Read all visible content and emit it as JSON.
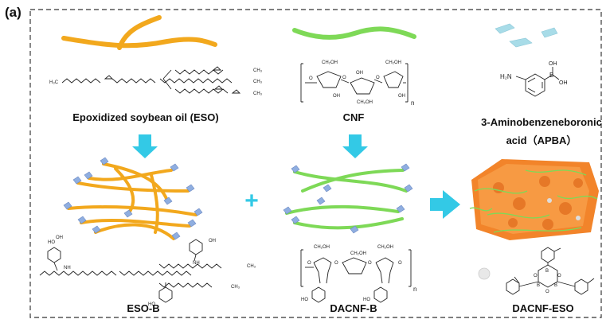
{
  "panel_label": "(a)",
  "labels": {
    "eso": "Epoxidized soybean oil (ESO)",
    "cnf": "CNF",
    "apba_line1": "3-Aminobenzeneboronic",
    "apba_line2": "acid（APBA）",
    "eso_b": "ESO-B",
    "dacnf_b": "DACNF-B",
    "dacnf_eso": "DACNF-ESO"
  },
  "formula": {
    "ch2oh": "CH₂OH",
    "oh": "OH",
    "ho": "HO",
    "o": "O",
    "b": "B",
    "h2n": "H₂N",
    "nh": "NH",
    "n_sub": "n",
    "h3c": "H₃C",
    "ch3": "CH₃"
  },
  "operators": {
    "plus": "+"
  },
  "colors": {
    "eso_fiber": "#f2a81d",
    "cnf_fiber": "#7ed957",
    "arrow": "#33c9e6",
    "boronic_tip": "#8faee0",
    "tablet": "#a8dce8",
    "aerogel": "#f2842a",
    "frame": "#555555"
  }
}
